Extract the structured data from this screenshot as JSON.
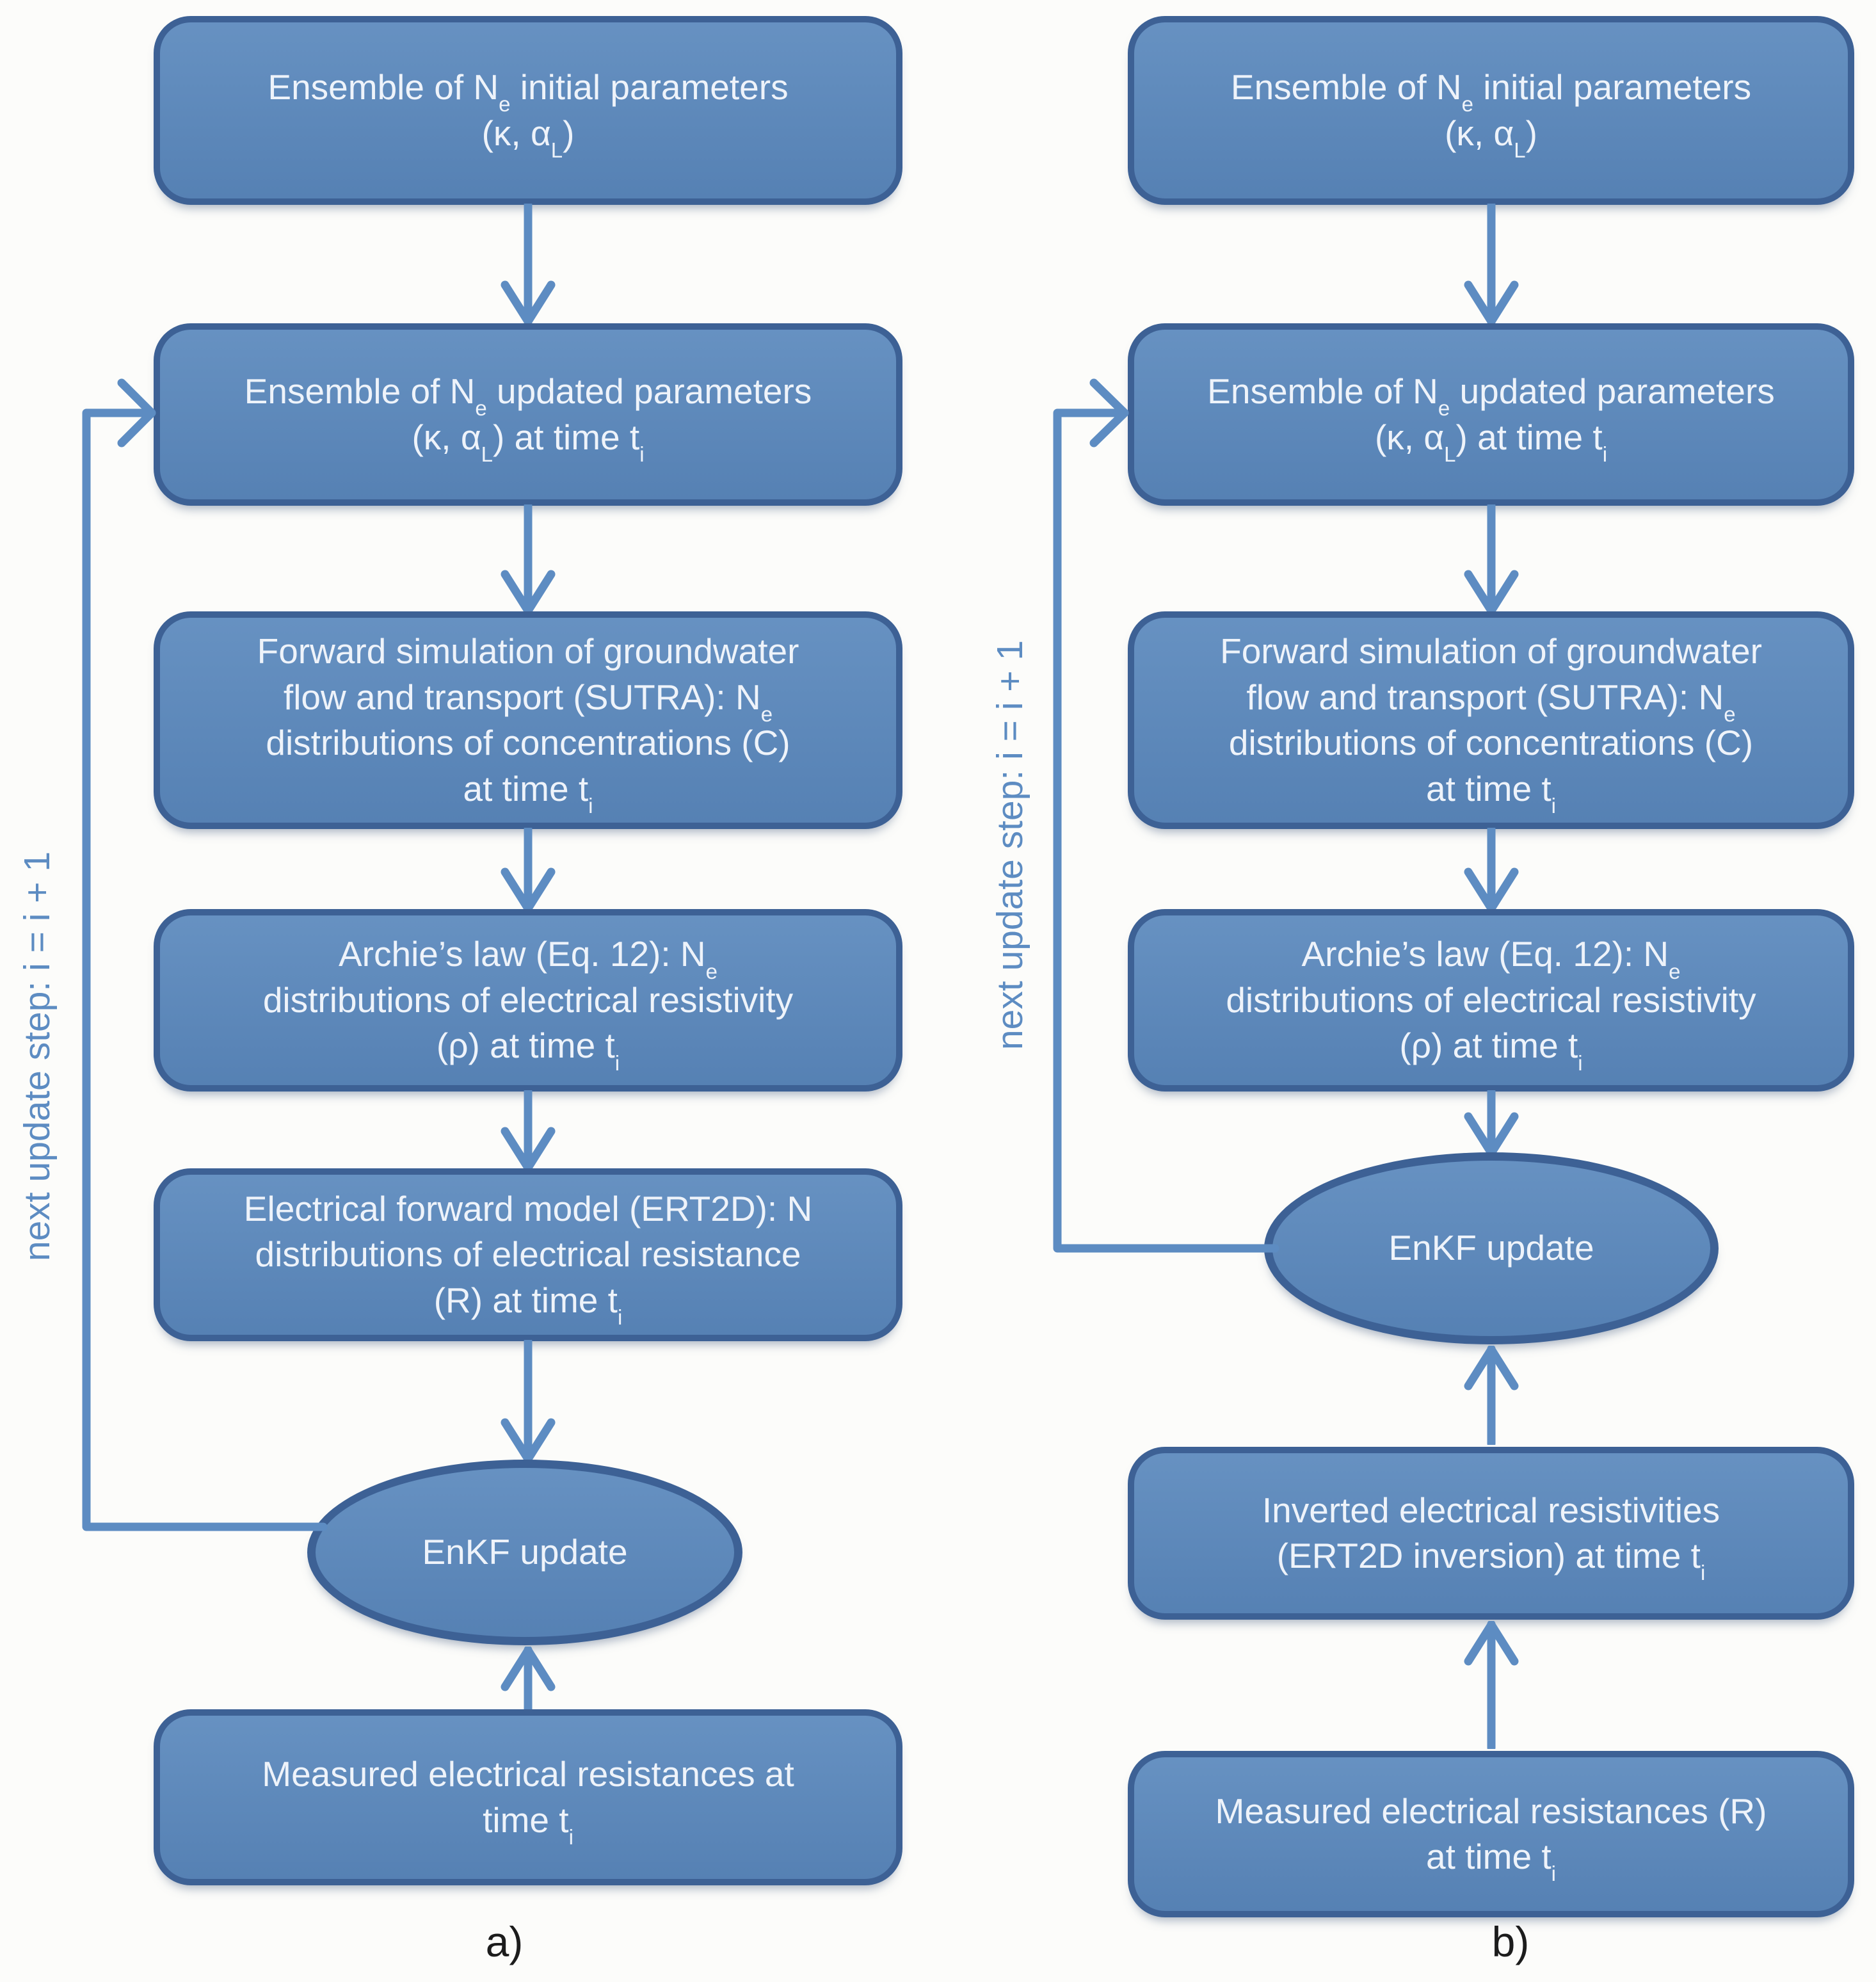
{
  "colors": {
    "node_fill": "#5b89bd",
    "node_border": "#3d6195",
    "connector": "#5d8cc2",
    "node_text": "#eef3fa",
    "loop_text": "#5d8cc2",
    "caption_text": "#1c1c1c",
    "background": "#fcfcfa"
  },
  "columns": {
    "a": {
      "caption": "a)",
      "loop_label": "next update step: i = i + 1",
      "enkf_label": "EnKF update",
      "boxes": {
        "initial": [
          {
            "t": "Ensemble of N",
            "s": "n"
          },
          {
            "t": "e",
            "s": "sub"
          },
          {
            "t": " initial parameters",
            "s": "n"
          },
          {
            "s": "br"
          },
          {
            "t": "(κ, α",
            "s": "n"
          },
          {
            "t": "L",
            "s": "sub"
          },
          {
            "t": ")",
            "s": "n"
          }
        ],
        "updated": [
          {
            "t": "Ensemble of N",
            "s": "n"
          },
          {
            "t": "e",
            "s": "sub"
          },
          {
            "t": " updated parameters",
            "s": "n"
          },
          {
            "s": "br"
          },
          {
            "t": "(κ, α",
            "s": "n"
          },
          {
            "t": "L",
            "s": "sub"
          },
          {
            "t": ") at time t",
            "s": "n"
          },
          {
            "t": "i",
            "s": "sub"
          }
        ],
        "forward": [
          {
            "t": "Forward simulation of groundwater",
            "s": "n"
          },
          {
            "s": "br"
          },
          {
            "t": "flow and transport (SUTRA): N",
            "s": "n"
          },
          {
            "t": "e",
            "s": "sub"
          },
          {
            "s": "br"
          },
          {
            "t": "distributions of concentrations (C)",
            "s": "n"
          },
          {
            "s": "br"
          },
          {
            "t": "at time t",
            "s": "n"
          },
          {
            "t": "i",
            "s": "sub"
          }
        ],
        "archie": [
          {
            "t": "Archie’s law (Eq. 12): N",
            "s": "n"
          },
          {
            "t": "e",
            "s": "sub"
          },
          {
            "s": "br"
          },
          {
            "t": "distributions of electrical resistivity",
            "s": "n"
          },
          {
            "s": "br"
          },
          {
            "t": "(ρ) at time t",
            "s": "n"
          },
          {
            "t": "i",
            "s": "sub"
          }
        ],
        "ert2d": [
          {
            "t": "Electrical forward model (ERT2D): N",
            "s": "n"
          },
          {
            "s": "br"
          },
          {
            "t": "distributions of electrical resistance",
            "s": "n"
          },
          {
            "s": "br"
          },
          {
            "t": "(R)  at time t",
            "s": "n"
          },
          {
            "t": "i",
            "s": "sub"
          }
        ],
        "measured": [
          {
            "t": "Measured electrical resistances at",
            "s": "n"
          },
          {
            "s": "br"
          },
          {
            "t": "time t",
            "s": "n"
          },
          {
            "t": "i",
            "s": "sub"
          }
        ]
      }
    },
    "b": {
      "caption": "b)",
      "loop_label": "next update step: i = i + 1",
      "enkf_label": "EnKF update",
      "boxes": {
        "initial": [
          {
            "t": "Ensemble of N",
            "s": "n"
          },
          {
            "t": "e",
            "s": "sub"
          },
          {
            "t": " initial parameters",
            "s": "n"
          },
          {
            "s": "br"
          },
          {
            "t": "(κ, α",
            "s": "n"
          },
          {
            "t": "L",
            "s": "sub"
          },
          {
            "t": ")",
            "s": "n"
          }
        ],
        "updated": [
          {
            "t": "Ensemble of N",
            "s": "n"
          },
          {
            "t": "e",
            "s": "sub"
          },
          {
            "t": " updated parameters",
            "s": "n"
          },
          {
            "s": "br"
          },
          {
            "t": "(κ, α",
            "s": "n"
          },
          {
            "t": "L",
            "s": "sub"
          },
          {
            "t": ") at time t",
            "s": "n"
          },
          {
            "t": "i",
            "s": "sub"
          }
        ],
        "forward": [
          {
            "t": "Forward simulation of groundwater",
            "s": "n"
          },
          {
            "s": "br"
          },
          {
            "t": "flow and transport (SUTRA): N",
            "s": "n"
          },
          {
            "t": "e",
            "s": "sub"
          },
          {
            "s": "br"
          },
          {
            "t": "distributions of concentrations (C)",
            "s": "n"
          },
          {
            "s": "br"
          },
          {
            "t": "at time t",
            "s": "n"
          },
          {
            "t": "i",
            "s": "sub"
          }
        ],
        "archie": [
          {
            "t": "Archie’s law (Eq. 12): N",
            "s": "n"
          },
          {
            "t": "e",
            "s": "sub"
          },
          {
            "s": "br"
          },
          {
            "t": "distributions of electrical resistivity",
            "s": "n"
          },
          {
            "s": "br"
          },
          {
            "t": "(ρ) at time t",
            "s": "n"
          },
          {
            "t": "i",
            "s": "sub"
          }
        ],
        "inverted": [
          {
            "t": "Inverted  electrical resistivities",
            "s": "n"
          },
          {
            "s": "br"
          },
          {
            "t": "(ERT2D inversion)  at time t",
            "s": "n"
          },
          {
            "t": "i",
            "s": "sub"
          }
        ],
        "measured": [
          {
            "t": "Measured electrical resistances  (R)",
            "s": "n"
          },
          {
            "s": "br"
          },
          {
            "t": "at time t",
            "s": "n"
          },
          {
            "t": "i",
            "s": "sub"
          }
        ]
      }
    }
  }
}
